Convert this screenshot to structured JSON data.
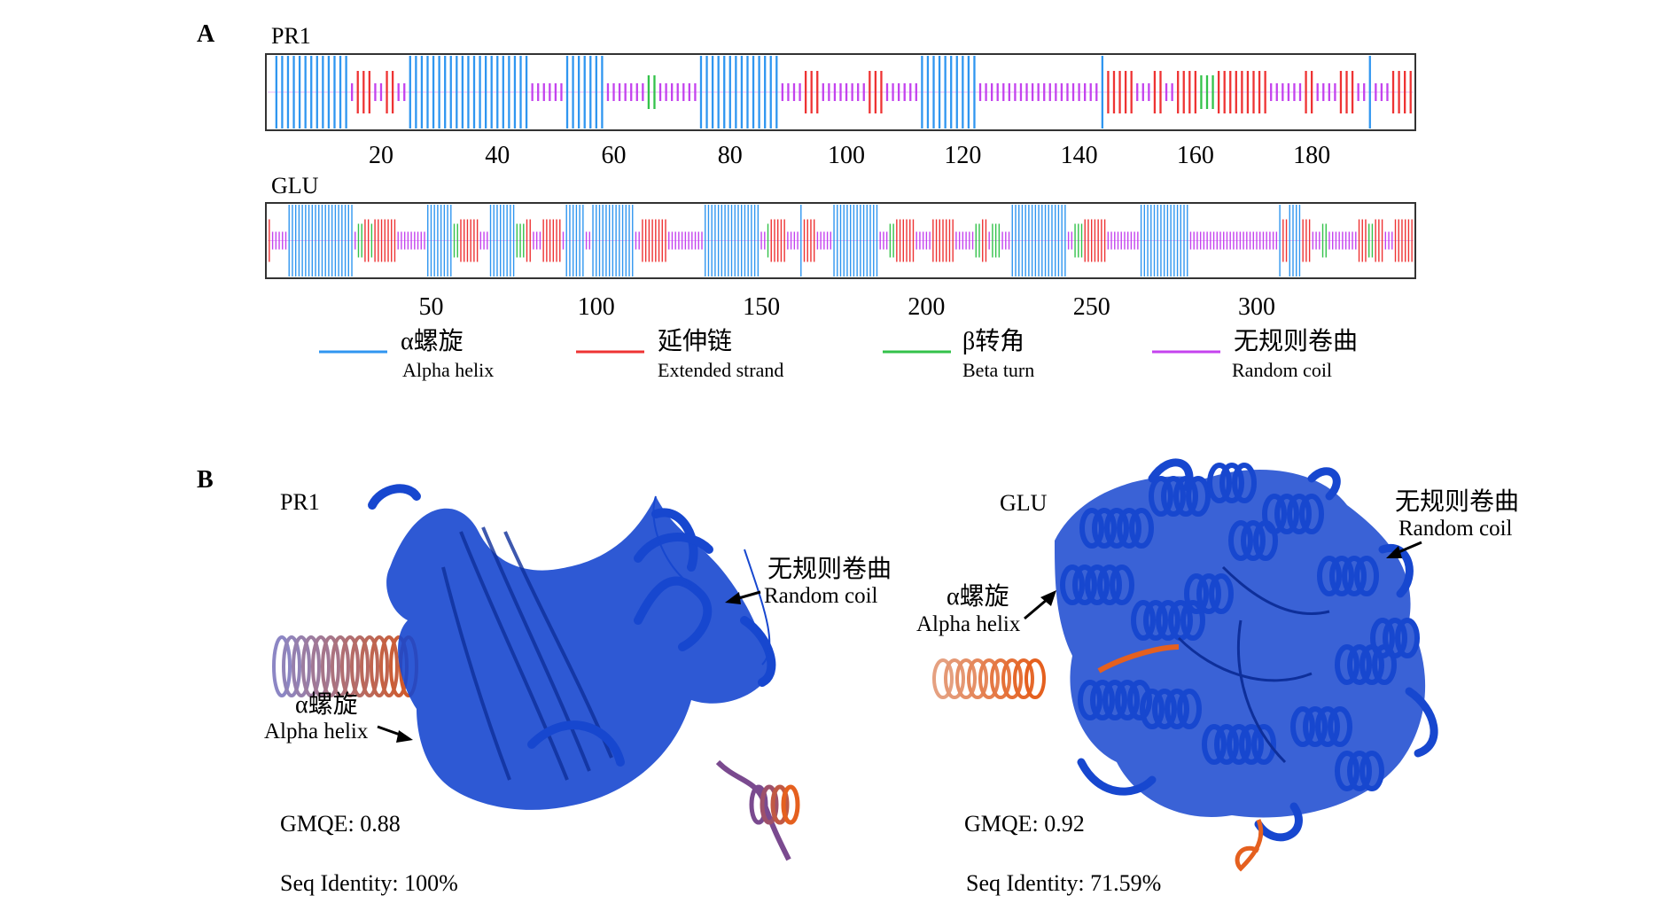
{
  "panel_a": {
    "letter": "A",
    "tracks": [
      {
        "name": "PR1",
        "length": 197,
        "ticks": [
          20,
          40,
          60,
          80,
          100,
          120,
          140,
          160,
          180
        ],
        "segments": [
          [
            "h",
            2,
            14
          ],
          [
            "c",
            15,
            15
          ],
          [
            "e",
            16,
            18
          ],
          [
            "c",
            19,
            20
          ],
          [
            "e",
            21,
            22
          ],
          [
            "c",
            23,
            24
          ],
          [
            "h",
            25,
            45
          ],
          [
            "c",
            46,
            51
          ],
          [
            "h",
            52,
            58
          ],
          [
            "c",
            59,
            65
          ],
          [
            "t",
            66,
            67
          ],
          [
            "c",
            68,
            74
          ],
          [
            "h",
            75,
            88
          ],
          [
            "c",
            89,
            92
          ],
          [
            "e",
            93,
            95
          ],
          [
            "c",
            96,
            103
          ],
          [
            "e",
            104,
            106
          ],
          [
            "c",
            107,
            112
          ],
          [
            "h",
            113,
            122
          ],
          [
            "c",
            123,
            143
          ],
          [
            "h",
            144,
            144
          ],
          [
            "e",
            145,
            149
          ],
          [
            "c",
            150,
            152
          ],
          [
            "e",
            153,
            154
          ],
          [
            "c",
            155,
            156
          ],
          [
            "e",
            157,
            160
          ],
          [
            "t",
            161,
            163
          ],
          [
            "e",
            164,
            172
          ],
          [
            "c",
            173,
            178
          ],
          [
            "e",
            179,
            180
          ],
          [
            "c",
            181,
            184
          ],
          [
            "e",
            185,
            187
          ],
          [
            "c",
            188,
            189
          ],
          [
            "h",
            190,
            190
          ],
          [
            "c",
            191,
            193
          ],
          [
            "e",
            194,
            197
          ]
        ]
      },
      {
        "name": "GLU",
        "length": 347,
        "ticks": [
          50,
          100,
          150,
          200,
          250,
          300
        ],
        "segments": [
          [
            "e",
            1,
            1
          ],
          [
            "c",
            2,
            6
          ],
          [
            "h",
            7,
            26
          ],
          [
            "c",
            27,
            27
          ],
          [
            "t",
            28,
            29
          ],
          [
            "e",
            30,
            31
          ],
          [
            "t",
            32,
            32
          ],
          [
            "e",
            33,
            39
          ],
          [
            "c",
            40,
            48
          ],
          [
            "h",
            49,
            56
          ],
          [
            "t",
            57,
            58
          ],
          [
            "e",
            59,
            64
          ],
          [
            "c",
            65,
            67
          ],
          [
            "h",
            68,
            75
          ],
          [
            "t",
            76,
            78
          ],
          [
            "e",
            79,
            80
          ],
          [
            "c",
            81,
            83
          ],
          [
            "e",
            84,
            89
          ],
          [
            "c",
            90,
            90
          ],
          [
            "h",
            91,
            96
          ],
          [
            "c",
            97,
            98
          ],
          [
            "h",
            99,
            111
          ],
          [
            "c",
            112,
            113
          ],
          [
            "e",
            114,
            121
          ],
          [
            "c",
            122,
            132
          ],
          [
            "h",
            133,
            149
          ],
          [
            "c",
            150,
            151
          ],
          [
            "t",
            152,
            152
          ],
          [
            "e",
            153,
            157
          ],
          [
            "c",
            158,
            161
          ],
          [
            "h",
            162,
            162
          ],
          [
            "e",
            163,
            166
          ],
          [
            "c",
            167,
            171
          ],
          [
            "h",
            172,
            185
          ],
          [
            "c",
            186,
            188
          ],
          [
            "t",
            189,
            190
          ],
          [
            "e",
            191,
            196
          ],
          [
            "c",
            197,
            201
          ],
          [
            "e",
            202,
            208
          ],
          [
            "c",
            209,
            214
          ],
          [
            "t",
            215,
            216
          ],
          [
            "e",
            217,
            218
          ],
          [
            "c",
            219,
            219
          ],
          [
            "t",
            220,
            222
          ],
          [
            "c",
            223,
            225
          ],
          [
            "h",
            226,
            242
          ],
          [
            "c",
            243,
            244
          ],
          [
            "t",
            245,
            247
          ],
          [
            "e",
            248,
            254
          ],
          [
            "c",
            255,
            264
          ],
          [
            "h",
            265,
            279
          ],
          [
            "c",
            280,
            306
          ],
          [
            "h",
            307,
            307
          ],
          [
            "e",
            308,
            309
          ],
          [
            "h",
            310,
            313
          ],
          [
            "e",
            314,
            316
          ],
          [
            "c",
            317,
            319
          ],
          [
            "t",
            320,
            321
          ],
          [
            "c",
            322,
            330
          ],
          [
            "e",
            331,
            333
          ],
          [
            "t",
            334,
            335
          ],
          [
            "e",
            336,
            338
          ],
          [
            "c",
            339,
            341
          ],
          [
            "e",
            342,
            347
          ]
        ]
      }
    ],
    "legend": [
      {
        "key": "h",
        "cn": "α螺旋",
        "en": "Alpha helix",
        "color": "#2f96f0"
      },
      {
        "key": "e",
        "cn": "延伸链",
        "en": "Extended strand",
        "color": "#ee3333"
      },
      {
        "key": "t",
        "cn": "β转角",
        "en": "Beta turn",
        "color": "#33c24a"
      },
      {
        "key": "c",
        "cn": "无规则卷曲",
        "en": "Random coil",
        "color": "#c443ee"
      }
    ]
  },
  "panel_b": {
    "letter": "B",
    "models": [
      {
        "name": "PR1",
        "coil_cn": "无规则卷曲",
        "coil_en": "Random coil",
        "helix_cn": "α螺旋",
        "helix_en": "Alpha helix",
        "gmqe": "GMQE: 0.88",
        "identity": "Seq Identity: 100%"
      },
      {
        "name": "GLU",
        "coil_cn": "无规则卷曲",
        "coil_en": "Random coil",
        "helix_cn": "α螺旋",
        "helix_en": "Alpha helix",
        "gmqe": "GMQE: 0.92",
        "identity": "Seq Identity: 71.59%"
      }
    ]
  },
  "colors": {
    "ribbon": "#1747cf",
    "ribbon_dark": "#0e2f9a",
    "terminus": "#e5601f",
    "terminus_mid": "#7a4a8f",
    "frame": "#333333"
  }
}
